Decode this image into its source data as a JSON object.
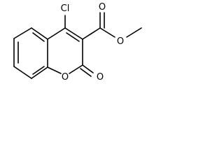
{
  "molecule": {
    "atoms": {
      "chlorine": "Cl",
      "ring_oxygen": "O",
      "carbonyl_oxygen": "O",
      "ester_carbonyl_oxygen": "O",
      "ester_oxygen": "O"
    },
    "colors": {
      "bond": "#000000",
      "label": "#000000",
      "background": "#ffffff"
    }
  }
}
